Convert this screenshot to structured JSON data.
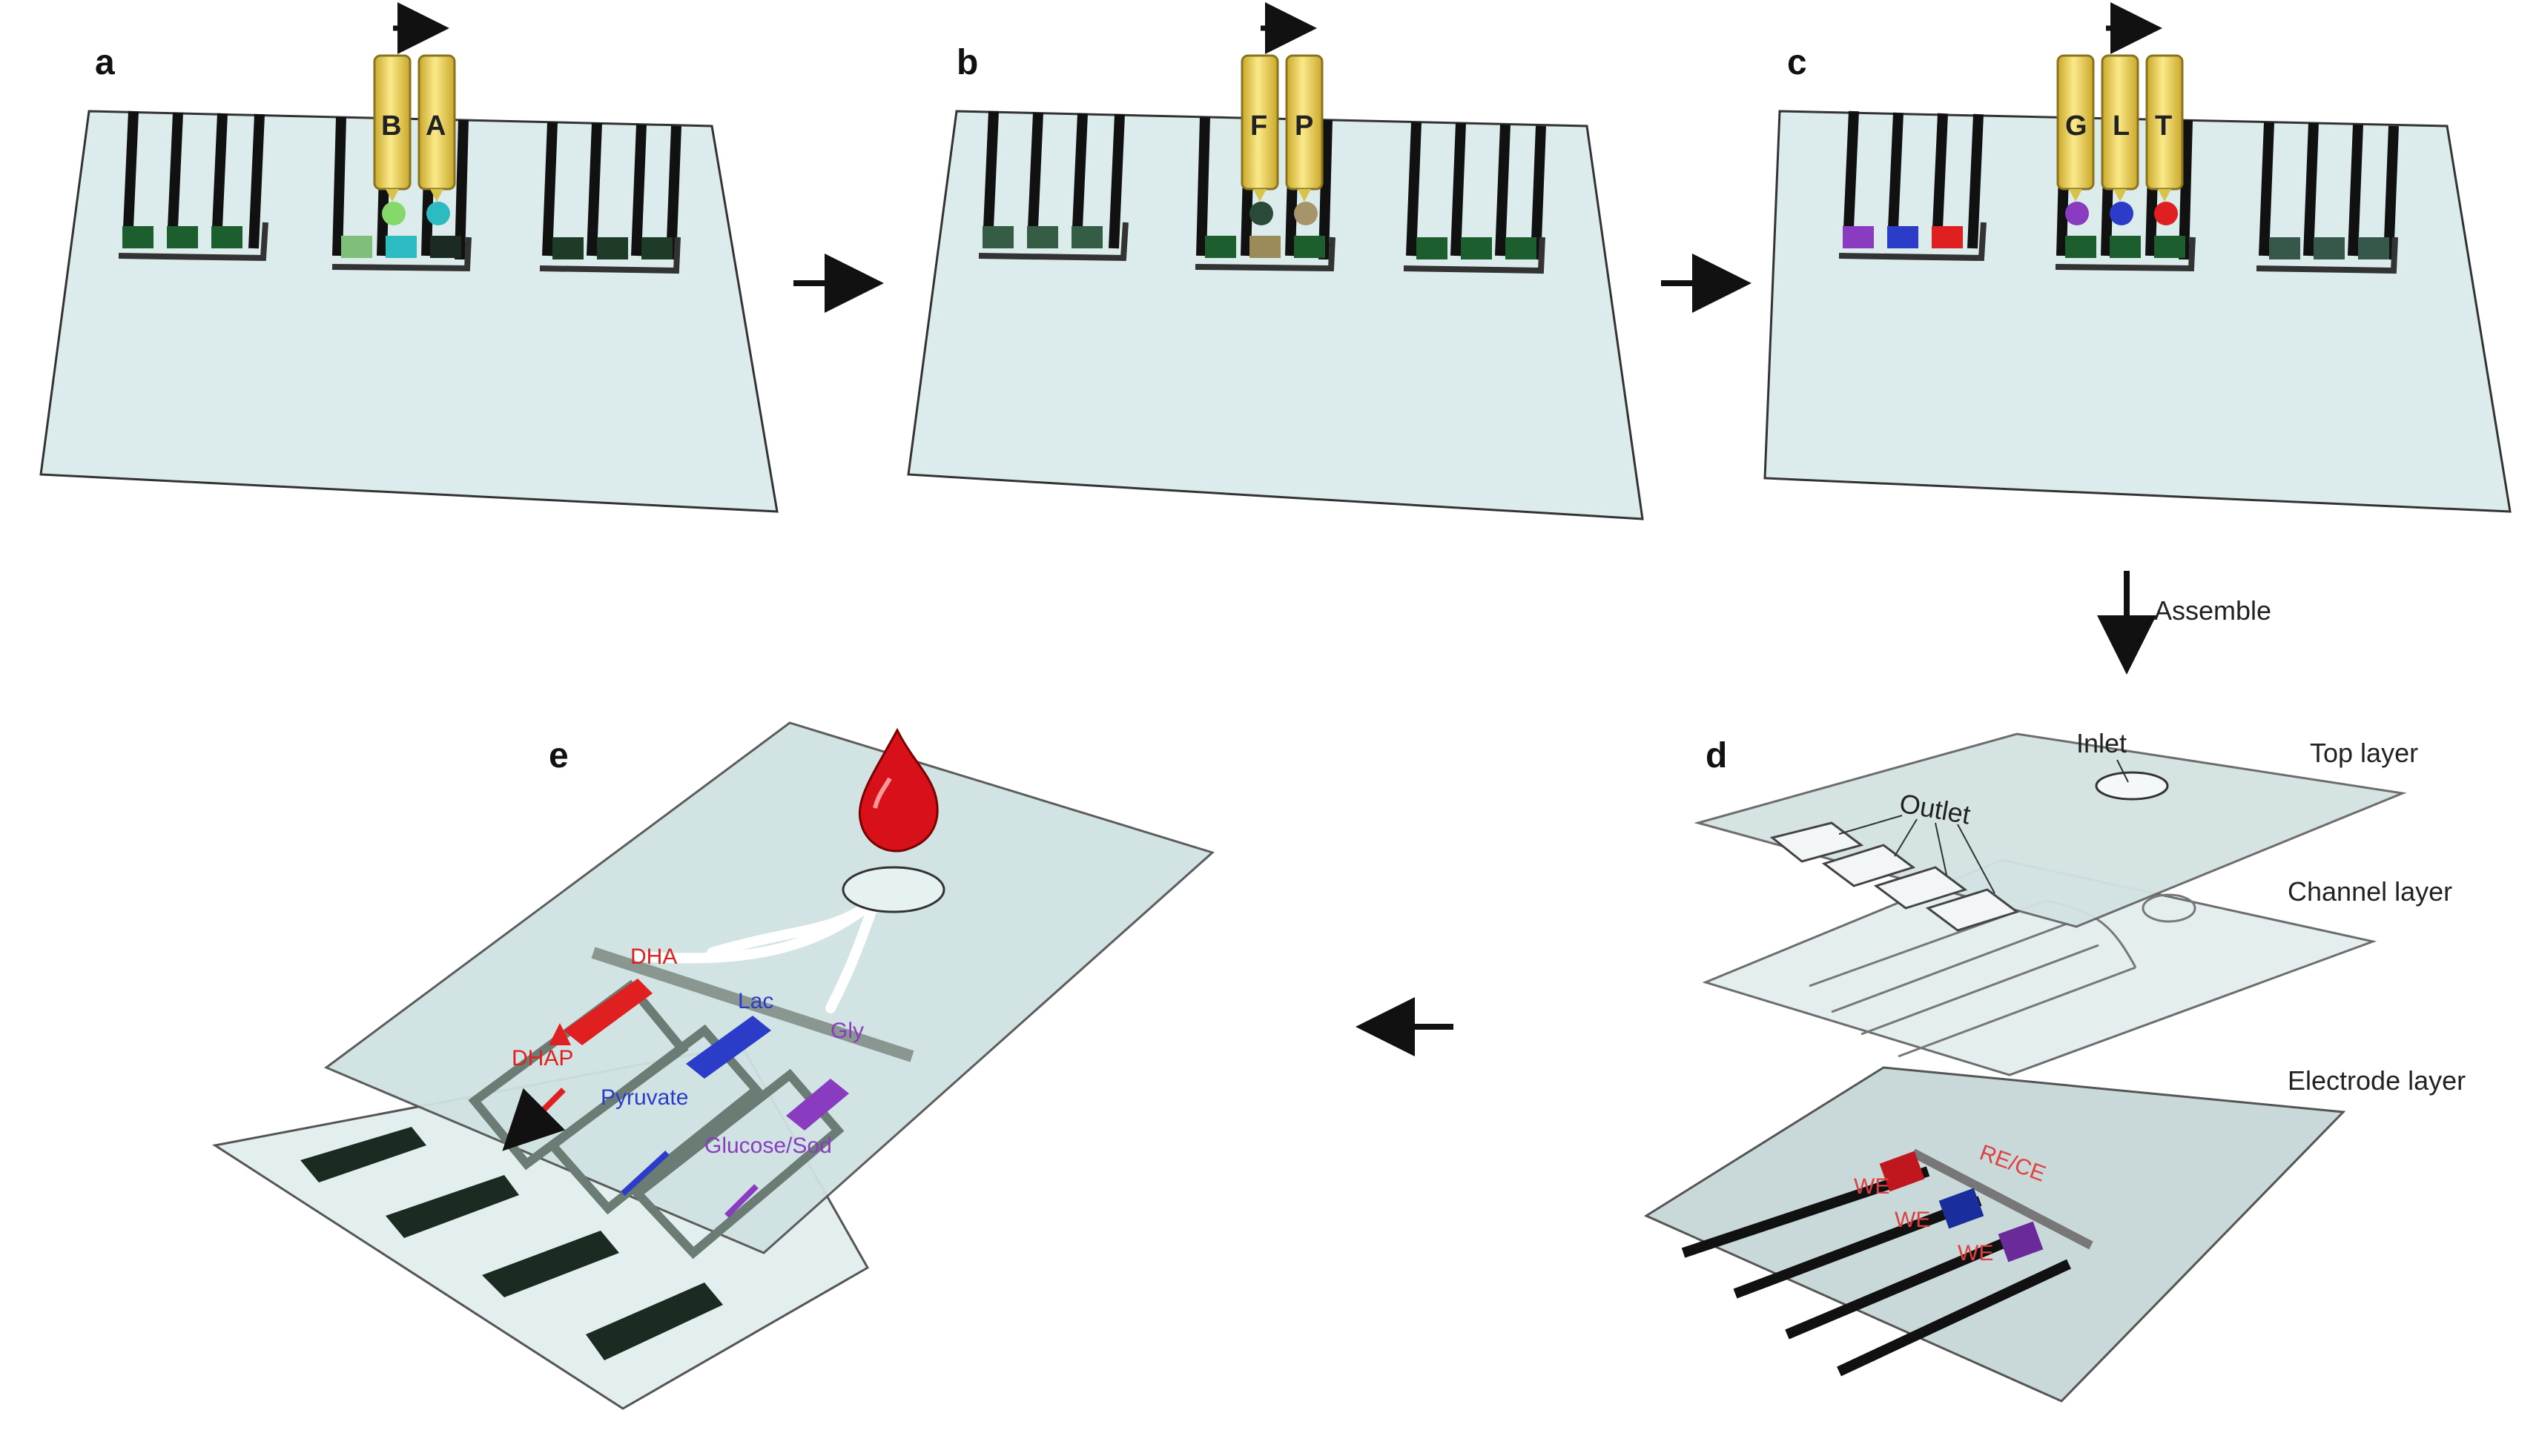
{
  "panels": {
    "a": {
      "letter": "a",
      "tips": [
        "B",
        "A"
      ]
    },
    "b": {
      "letter": "b",
      "tips": [
        "F",
        "P"
      ]
    },
    "c": {
      "letter": "c",
      "tips": [
        "G",
        "L",
        "T"
      ]
    },
    "d": {
      "letter": "d",
      "layers": [
        "Top layer",
        "Channel layer",
        "Electrode layer"
      ],
      "inlet": "Inlet",
      "outlet": "Outlet",
      "electrode_labels": [
        "RE/CE",
        "WE",
        "WE",
        "WE"
      ]
    },
    "e": {
      "letter": "e",
      "labels": {
        "dha": "DHA",
        "dhap": "DHAP",
        "lac": "Lac",
        "pyruvate": "Pyruvate",
        "gly": "Gly",
        "glucose": "Glucose/Sod"
      }
    }
  },
  "step_label": "Assemble",
  "colors": {
    "chip": "#dcecec",
    "gold": "#f0d64c",
    "electrode_dark": "#1b2b22",
    "pad_green": "#1d5e2f",
    "red": "#e02020",
    "blue": "#2a3cc8",
    "purple": "#8a3cc0",
    "cyan": "#2bbbc0",
    "light_green": "#86d86a",
    "brown": "#9b8a5a"
  }
}
